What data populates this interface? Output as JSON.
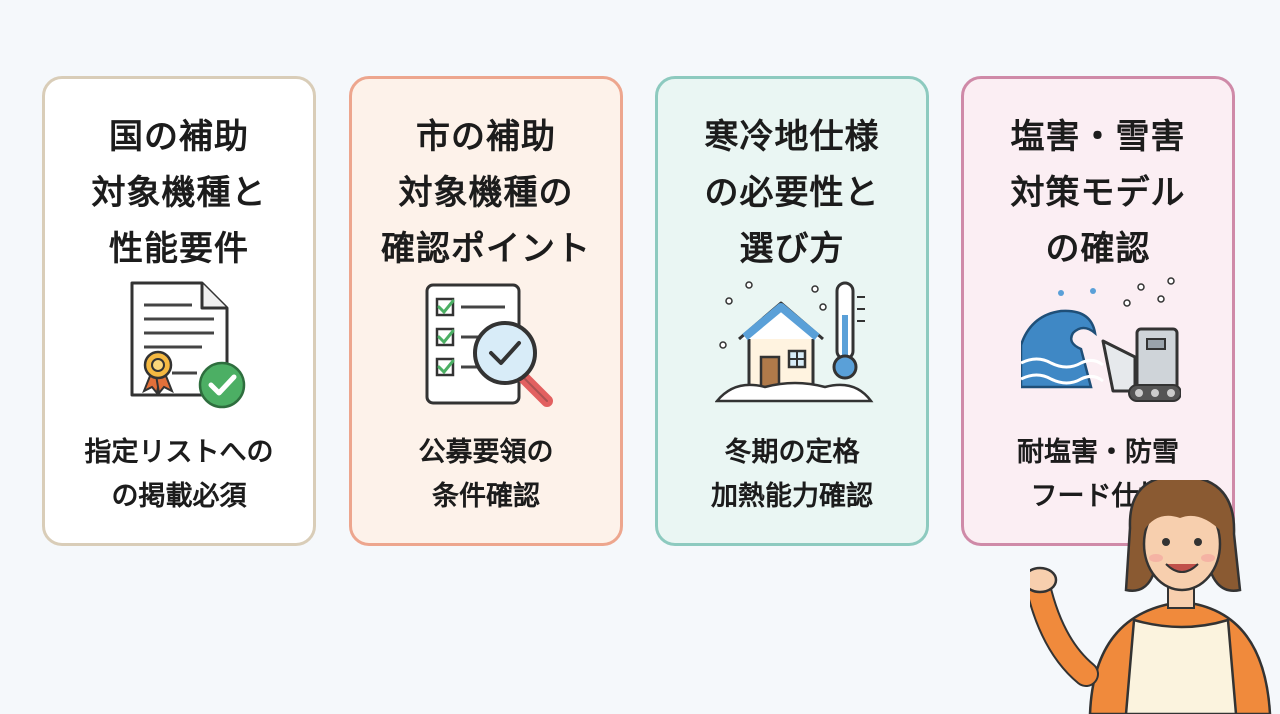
{
  "cards": [
    {
      "title": "国の補助\n対象機種と\n性能要件",
      "description": "指定リストへの\nの掲載必須",
      "icon": "certificate-check-icon"
    },
    {
      "title": "市の補助\n対象機種の\n確認ポイント",
      "description": "公募要領の\n条件確認",
      "icon": "checklist-magnifier-icon"
    },
    {
      "title": "寒冷地仕様\nの必要性と\n選び方",
      "description": "冬期の定格\n加熱能力確認",
      "icon": "snow-house-thermometer-icon"
    },
    {
      "title": "塩害・雪害\n対策モデル\nの確認",
      "description": "耐塩害・防雪\nフード仕様",
      "icon": "wave-snow-outdoor-unit-icon"
    }
  ],
  "colors": {
    "card1_bg": "#ffffff",
    "card1_border": "#d9cdb8",
    "card2_bg": "#fdf2ea",
    "card2_border": "#eda68e",
    "card3_bg": "#eaf6f3",
    "card3_border": "#8dcabf",
    "card4_bg": "#fbeef3",
    "card4_border": "#cf8aa8",
    "check_green": "#4caf64",
    "accent_blue": "#5aa0d8"
  }
}
